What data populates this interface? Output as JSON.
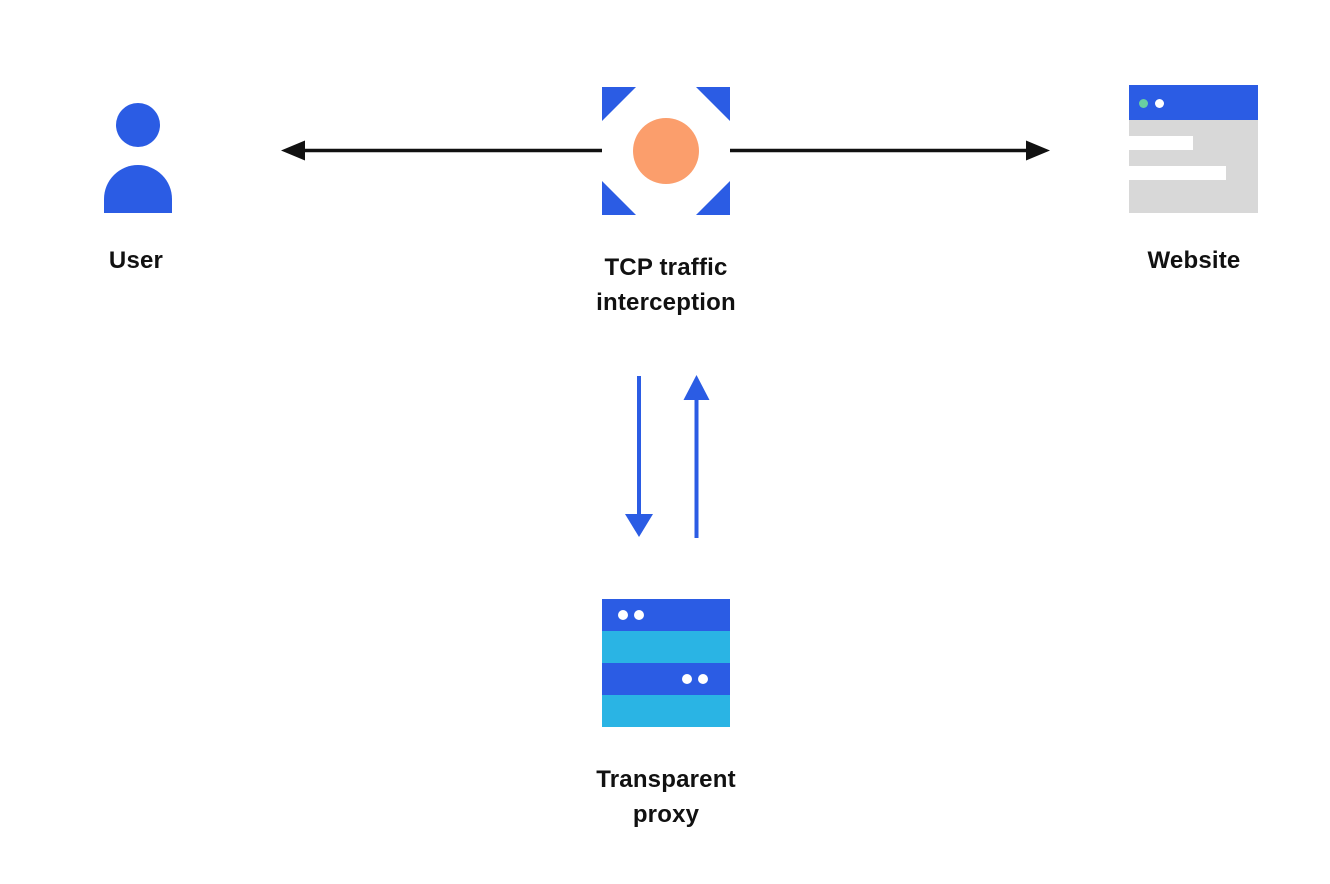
{
  "diagram": {
    "nodes": {
      "user": {
        "label": "User",
        "icon": "person-icon"
      },
      "interception": {
        "label_line1": "TCP traffic",
        "label_line2": "interception",
        "icon": "tcp-interception-icon"
      },
      "website": {
        "label": "Website",
        "icon": "browser-window-icon"
      },
      "proxy": {
        "label_line1": "Transparent",
        "label_line2": "proxy",
        "icon": "server-stack-icon"
      }
    },
    "edges": [
      {
        "from": "user",
        "to": "website",
        "type": "double-headed-horizontal-arrow",
        "color": "#111111",
        "passes_through": "interception"
      },
      {
        "from": "interception",
        "to": "proxy",
        "type": "down-arrow",
        "color": "#2b5ce4"
      },
      {
        "from": "proxy",
        "to": "interception",
        "type": "up-arrow",
        "color": "#2b5ce4"
      }
    ],
    "colors": {
      "blue": "#2b5ce4",
      "cyan": "#2ab4e4",
      "orange": "#fb9e6c",
      "green_dot": "#69cfa1",
      "gray_body": "#d8d8d8",
      "text": "#111111",
      "arrow_black": "#111111",
      "background": "#ffffff"
    }
  }
}
